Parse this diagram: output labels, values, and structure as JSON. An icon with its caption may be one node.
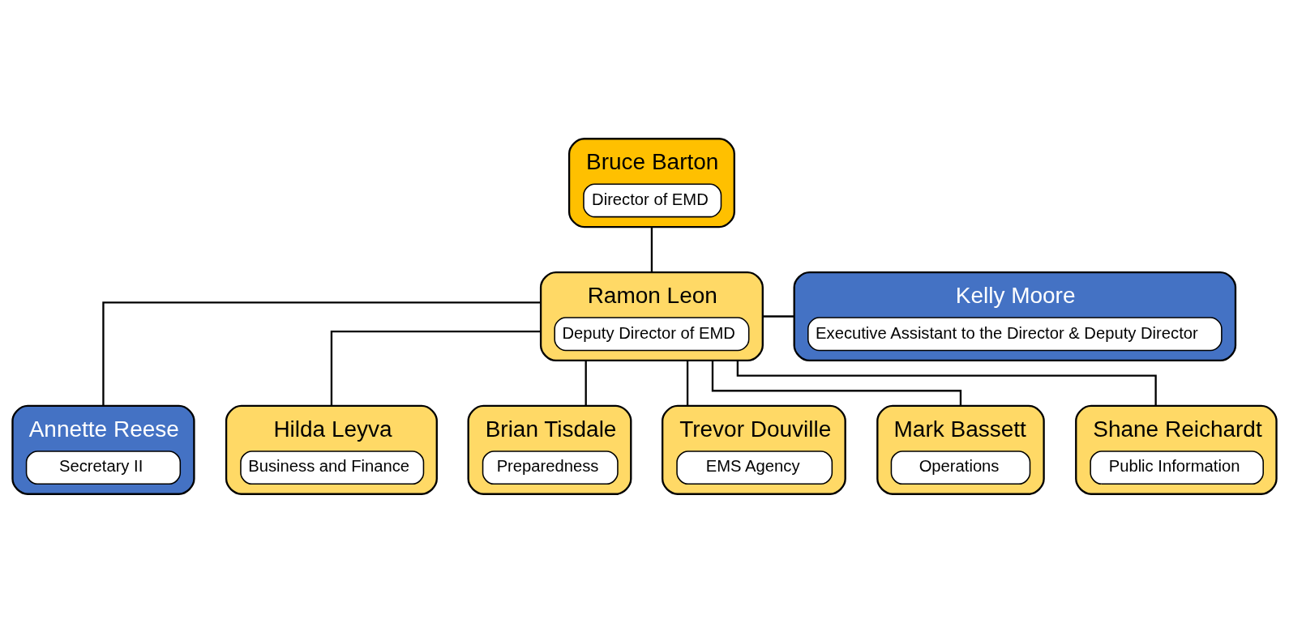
{
  "diagram": {
    "nodes": [
      {
        "text": [
          "Bruce Barton",
          "Director of EMD"
        ]
      },
      {
        "text": [
          "Ramon Leon",
          "Deputy Director of EMD"
        ]
      },
      {
        "text": [
          "Kelly Moore",
          "Executive Assistant to the Director & Deputy Director"
        ]
      },
      {
        "text": [
          "Annette Reese",
          "Secretary II"
        ]
      },
      {
        "text": [
          "Hilda Leyva",
          "Business and Finance"
        ]
      },
      {
        "text": [
          "Brian Tisdale",
          "Preparedness"
        ]
      },
      {
        "text": [
          "Trevor Douville",
          "EMS Agency"
        ]
      },
      {
        "text": [
          "Mark Bassett",
          "Operations"
        ]
      },
      {
        "text": [
          "Shane Reichardt",
          "Public Information"
        ]
      }
    ],
    "edges": [
      {
        "from": 0,
        "to": 1,
        "arrow": "none"
      },
      {
        "from": 1,
        "to": 2,
        "arrow": "none"
      },
      {
        "from": 1,
        "to": 3,
        "arrow": "none"
      },
      {
        "from": 1,
        "to": 4,
        "arrow": "none"
      },
      {
        "from": 1,
        "to": 5,
        "arrow": "none"
      },
      {
        "from": 1,
        "to": 6,
        "arrow": "none"
      },
      {
        "from": 1,
        "to": 7,
        "arrow": "none"
      },
      {
        "from": 1,
        "to": 8,
        "arrow": "none"
      }
    ]
  }
}
